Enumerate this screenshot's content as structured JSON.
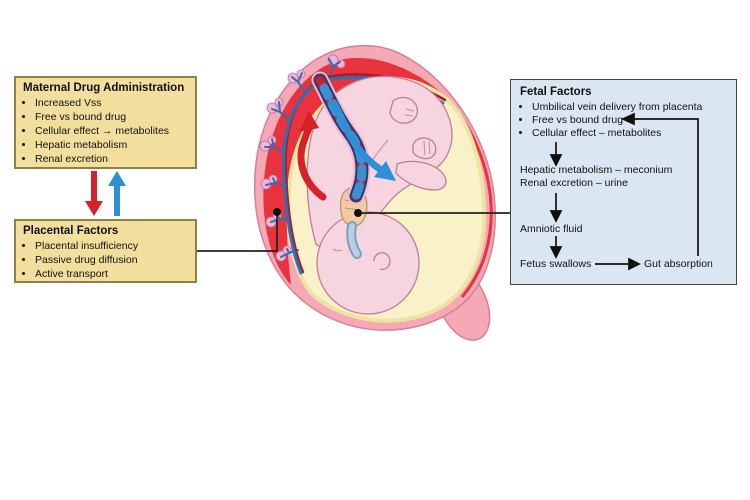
{
  "figure": {
    "description": "Maternal-fetal drug transfer diagram"
  },
  "maternal_box": {
    "title": "Maternal Drug Administration",
    "items": [
      "Increased Vss",
      "Free vs bound drug",
      "Cellular effect → metabolites",
      "Hepatic metabolism",
      "Renal excretion"
    ]
  },
  "placental_box": {
    "title": "Placental Factors",
    "items": [
      "Placental insufficiency",
      "Passive drug diffusion",
      "Active transport"
    ]
  },
  "fetal_box": {
    "title": "Fetal Factors",
    "items": [
      "Umbilical vein delivery from placenta",
      "Free vs bound drug",
      "Cellular effect – metabolites"
    ],
    "stage_hepatic": "Hepatic metabolism – meconium",
    "stage_renal": "Renal excretion – urine",
    "stage_amniotic": "Amniotic fluid",
    "stage_swallow": "Fetus swallows",
    "stage_gut": "Gut absorption"
  },
  "icons": {
    "red_down_arrow": "maternal-to-placenta-transfer",
    "blue_up_arrow": "placenta-to-maternal-transfer",
    "placenta_dot": "placenta-callout-marker",
    "fetus_dot": "fetal-swallowing-callout-marker"
  },
  "colors": {
    "box_yellow": "#F2DF9E",
    "box_yellow_border": "#8F8046",
    "box_blue": "#DAE7F2",
    "box_blue_border": "#454545",
    "arrow_red": "#D6202A",
    "arrow_blue": "#2E8FD8",
    "uterus_wall_pink": "#F5A8B6",
    "maternal_blood_red": "#E8323E",
    "villi_pink": "#F0B6D8",
    "vessel_blue": "#2F6FB4",
    "amniotic_sac_cream": "#F9F2C9",
    "fetus_pink": "#F6D4E0",
    "leader_line": "#222222"
  }
}
